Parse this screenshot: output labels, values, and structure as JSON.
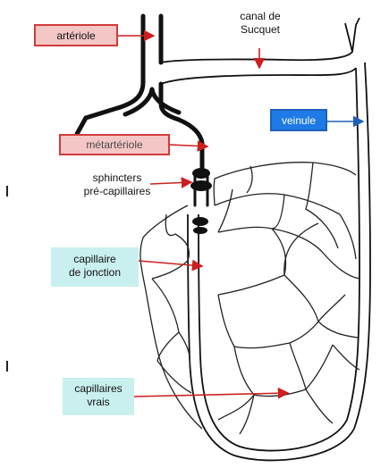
{
  "labels": {
    "arteriole": "artériole",
    "canal_line1": "canal de",
    "canal_line2": "Sucquet",
    "veinule": "veinule",
    "metarteriole": "métartériole",
    "sphincters_line1": "sphincters",
    "sphincters_line2": "pré-capillaires",
    "cap_jonction_line1": "capillaire",
    "cap_jonction_line2": "de jonction",
    "cap_vrais_line1": "capillaires",
    "cap_vrais_line2": "vrais"
  },
  "colors": {
    "arteriole_arrow": "#cc1f1f",
    "veinule_arrow": "#1e5fb8",
    "vessel": "#111111",
    "label_red_fill": "#f4c6c6",
    "label_blue_fill": "#1e7ae6",
    "label_cyan_fill": "#c9f0ee"
  }
}
